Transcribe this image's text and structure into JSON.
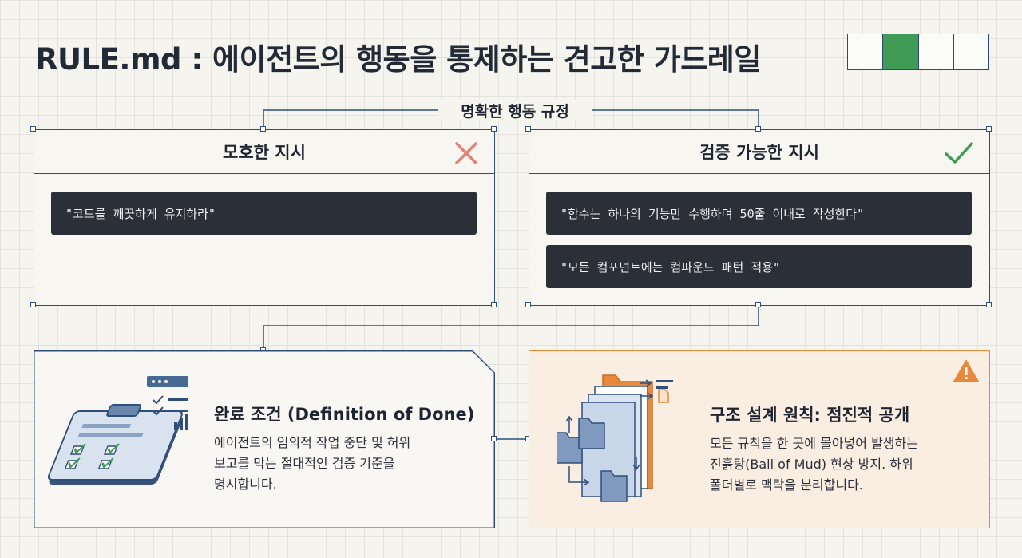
{
  "title": "RULE.md : 에이전트의 행동을 통제하는 견고한 가드레일",
  "progress": {
    "segments": 4,
    "active_index": 1,
    "active_color": "#3f9b55"
  },
  "connector_label": "명확한 행동 규정",
  "vague_panel": {
    "heading": "모호한 지시",
    "icon": "cross-icon",
    "icon_color": "#e2807b",
    "examples": [
      "\"코드를 깨끗하게 유지하라\""
    ]
  },
  "verifiable_panel": {
    "heading": "검증 가능한 지시",
    "icon": "check-icon",
    "icon_color": "#3f9b55",
    "examples": [
      "\"함수는 하나의 기능만 수행하며 50줄 이내로 작성한다\"",
      "\"모든 컴포넌트에는 컴파운드 패턴 적용\""
    ]
  },
  "done_card": {
    "title": "완료 조건 (Definition of Done)",
    "lines": [
      "에이전트의 임의적 작업 중단 및 허위",
      "보고를 막는 절대적인 검증 기준을",
      "명시합니다."
    ],
    "icon": "clipboard-checklist-icon"
  },
  "structure_card": {
    "title": "구조 설계 원칙: 점진적 공개",
    "lines": [
      "모든 규칙을 한 곳에 몰아넣어 발생하는",
      "진흙탕(Ball of Mud) 현상 방지. 하위",
      "폴더별로 맥락을 분리합니다."
    ],
    "icon": "folder-stack-icon",
    "warning_icon": "warning-icon",
    "accent_color": "#e8883a"
  }
}
